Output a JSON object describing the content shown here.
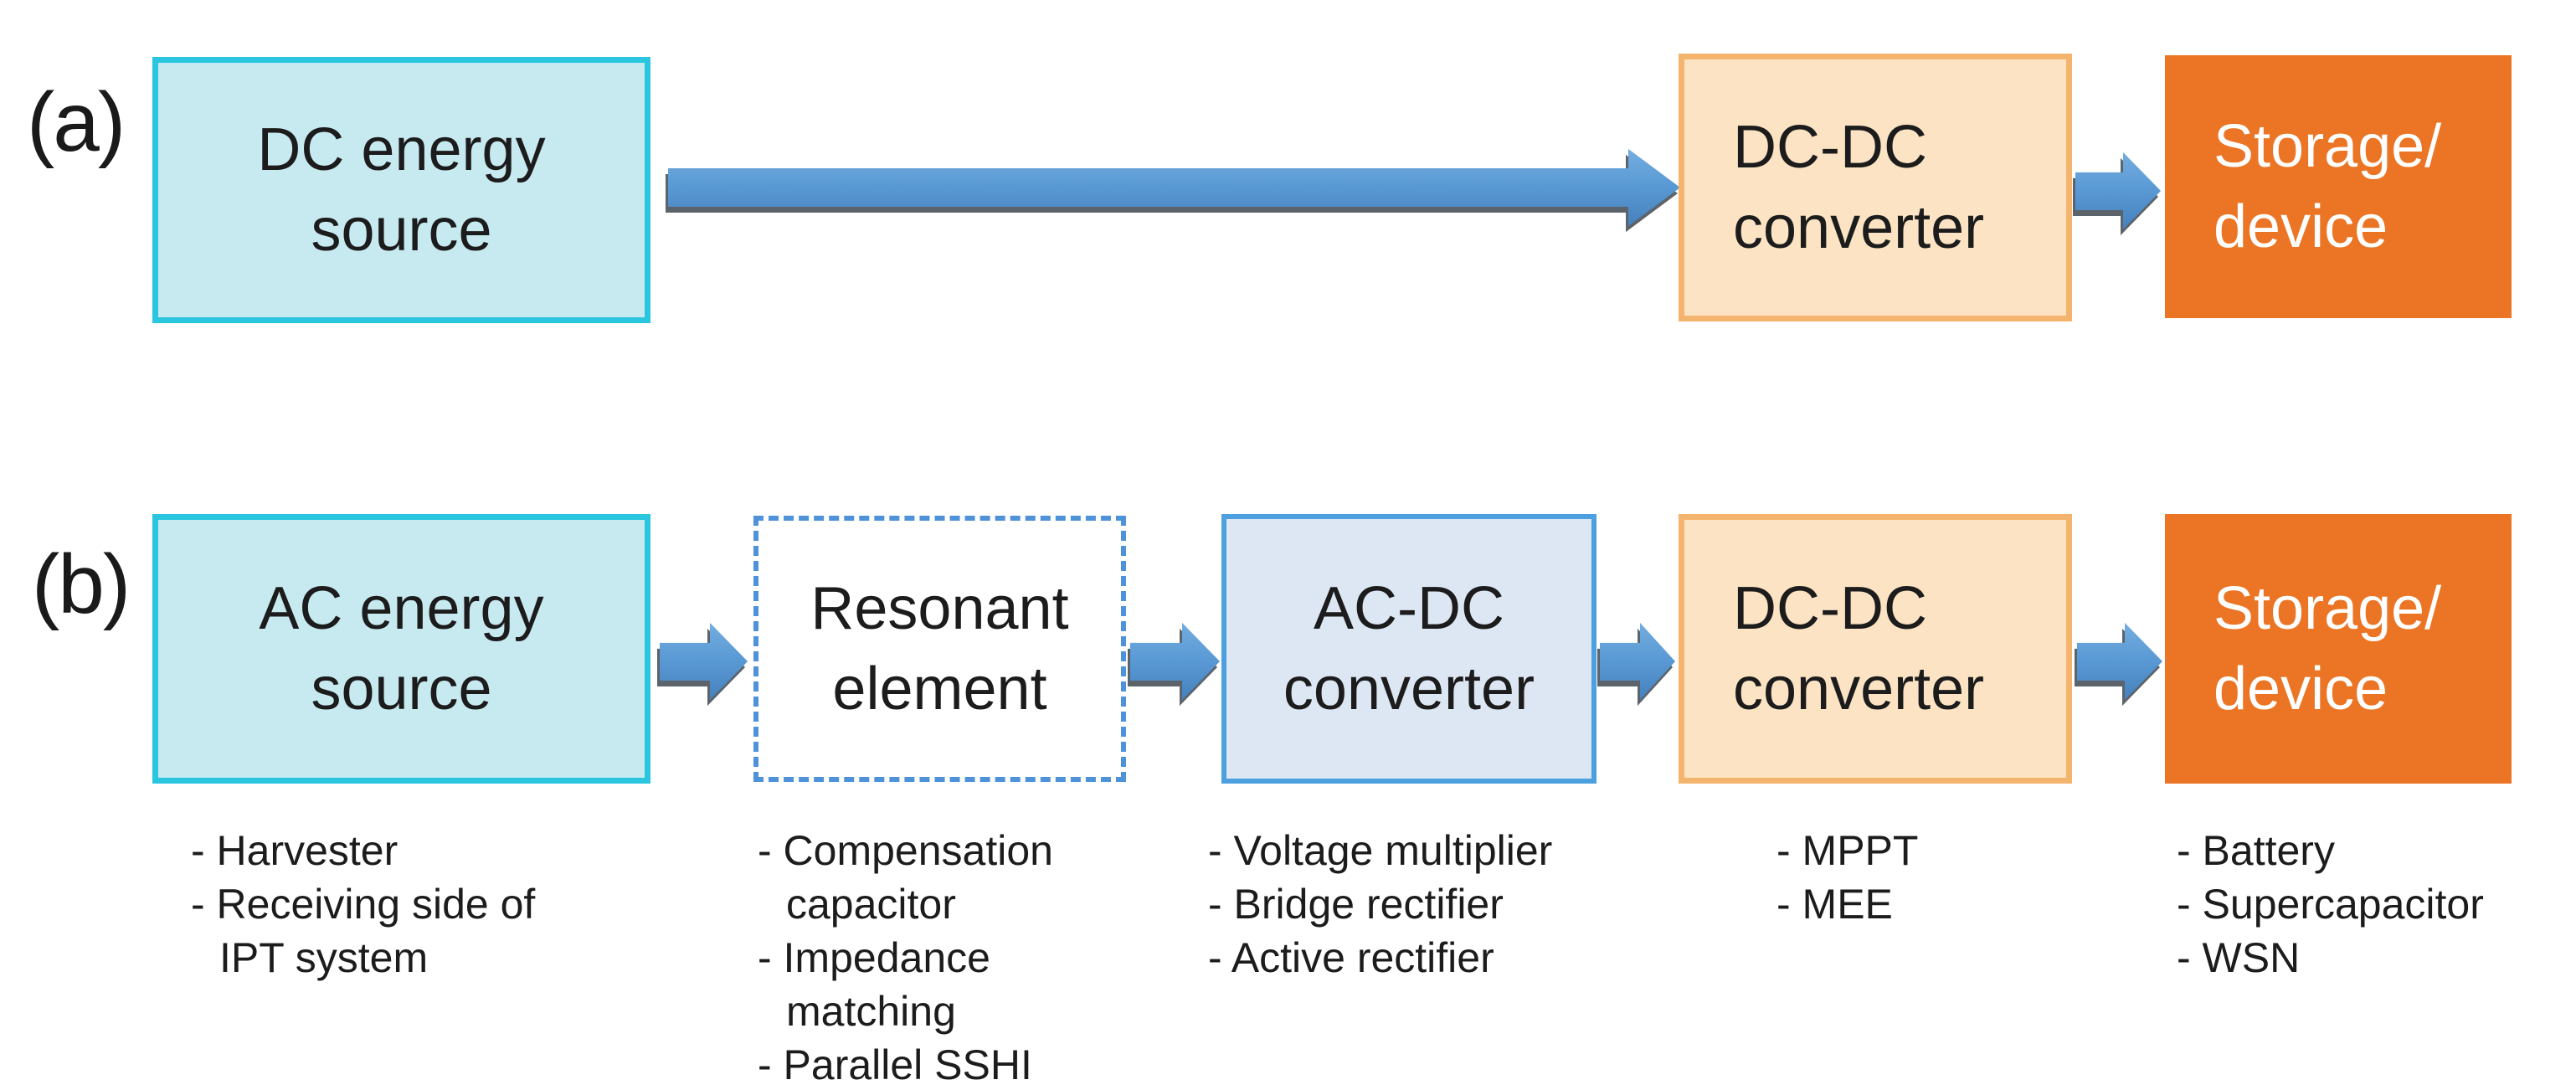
{
  "figure": {
    "row_a": {
      "label": "(a)",
      "boxes": [
        {
          "id": "dc-energy-source",
          "label": "DC energy\nsource"
        },
        {
          "id": "dc-dc-converter",
          "label": "DC-DC\nconverter"
        },
        {
          "id": "storage-device",
          "label": "Storage/\ndevice"
        }
      ]
    },
    "row_b": {
      "label": "(b)",
      "boxes": [
        {
          "id": "ac-energy-source",
          "label": "AC energy\nsource",
          "notes": [
            "- Harvester",
            "- Receiving side of",
            "IPT system"
          ]
        },
        {
          "id": "resonant-element",
          "label": "Resonant\nelement",
          "notes": [
            "- Compensation",
            "capacitor",
            "- Impedance",
            "matching",
            "- Parallel SSHI"
          ]
        },
        {
          "id": "ac-dc-converter",
          "label": "AC-DC\nconverter",
          "notes": [
            "- Voltage multiplier",
            "- Bridge rectifier",
            "- Active rectifier"
          ]
        },
        {
          "id": "dc-dc-converter",
          "label": "DC-DC\nconverter",
          "notes": [
            "- MPPT",
            "- MEE"
          ]
        },
        {
          "id": "storage-device",
          "label": "Storage/\ndevice",
          "notes": [
            "- Battery",
            "- Supercapacitor",
            "- WSN"
          ]
        }
      ]
    },
    "colors": {
      "source_fill": "#c7eaf1",
      "source_border": "#2ac6df",
      "dcdc_fill": "#fbe3c3",
      "dcdc_border": "#f4b46e",
      "storage_fill": "#eb7524",
      "acdc_fill": "#dde7f3",
      "acdc_border": "#4da0e0",
      "resonant_border": "#4e92d9",
      "arrow_blue": "#5b9bd5",
      "text": "#1c1c1c",
      "storage_text": "#ffffff"
    }
  }
}
